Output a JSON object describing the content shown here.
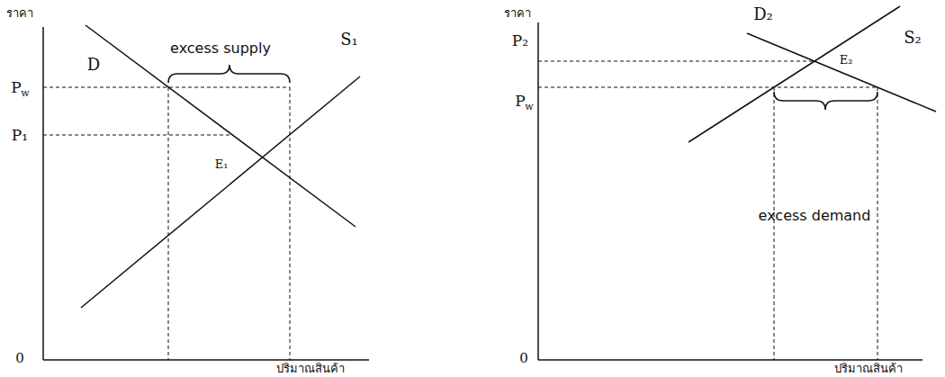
{
  "diagram": {
    "labels": [
      "ราคา",
      "excess supply",
      "D",
      "S₁",
      "P",
      "w",
      "P₁",
      "E₁",
      "0",
      "ปริมาณสินค้า",
      "ราคา",
      "D₂",
      "S₂",
      "P₂",
      "E₂",
      "P",
      "w",
      "excess demand",
      "0",
      "ปริมาณสินค้า"
    ]
  }
}
